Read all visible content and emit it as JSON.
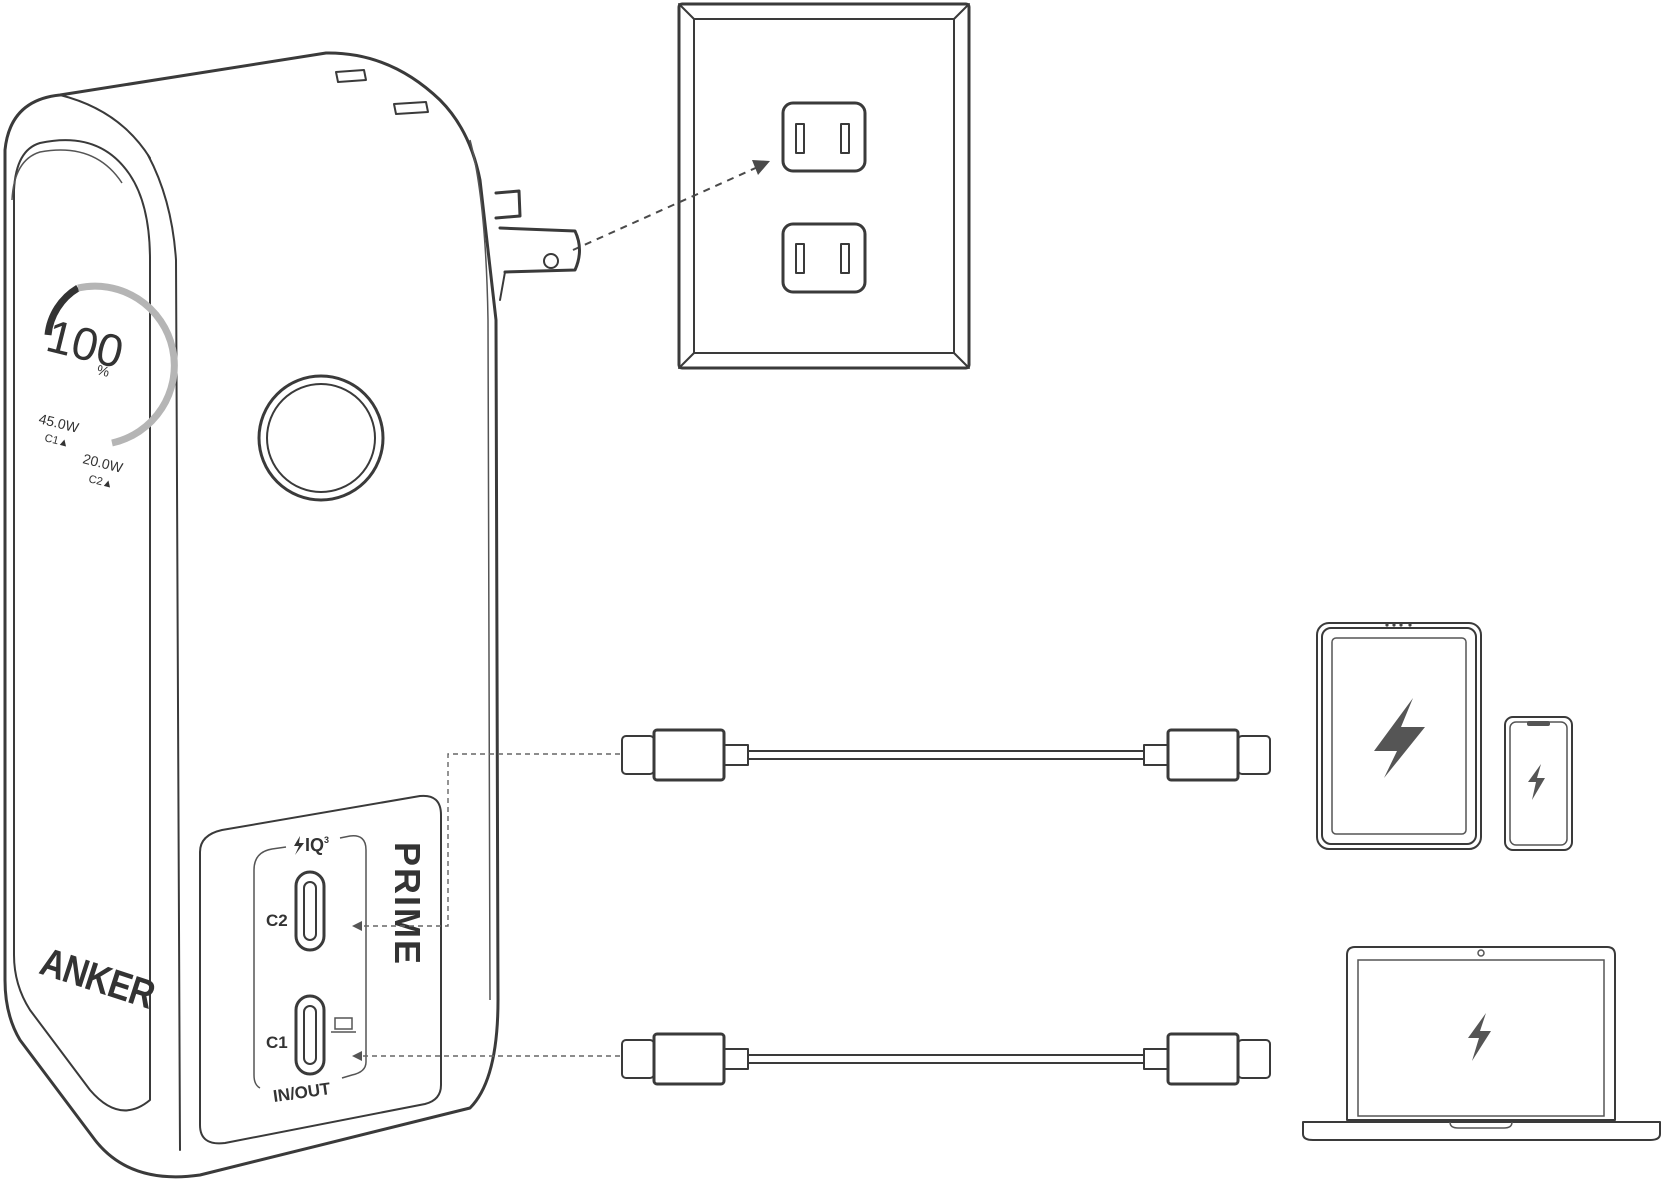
{
  "charger": {
    "brand": "ANKER",
    "series": "PRIME",
    "display": {
      "percent": "100",
      "percent_unit": "%",
      "c1_watts": "45.0W",
      "c1_label": "C1▲",
      "c2_watts": "20.0W",
      "c2_label": "C2▲"
    },
    "ports": {
      "top_badge": "IQ",
      "top_badge_sup": "3",
      "c2": "C2",
      "c1": "C1",
      "inout": "IN/OUT"
    }
  },
  "colors": {
    "line": "#3a3a3a",
    "bolt": "#555555",
    "display_gray": "#b5b5b5"
  },
  "icons": [
    "lightning-bolt-icon",
    "laptop-icon",
    "power-outlet-icon"
  ]
}
